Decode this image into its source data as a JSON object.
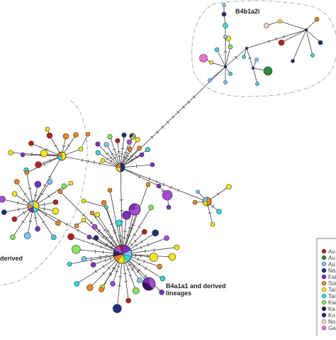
{
  "labels": {
    "b4b1a2i": "B4b1a2i",
    "b4a1a1_line1": "B4a1a1 and derived",
    "b4a1a1_line2": "lineages",
    "left_cluster_fragment": "derived"
  },
  "legend_entries": [
    "Au",
    "Au",
    "Au",
    "Na",
    "Fai",
    "Sou",
    "Tai",
    "Tai",
    "Kw",
    "Ka",
    "Ko",
    "No",
    "Ga"
  ],
  "colors": {
    "red": "#b3211a",
    "green": "#2e8b3a",
    "navy": "#1f2d7a",
    "purple": "#7b2fbf",
    "orange": "#e8891f",
    "yellow": "#f3e51a",
    "cyan": "#38d6df",
    "sky": "#7ac8ff",
    "light_green": "#8be35e",
    "dark_purple": "#3a1460",
    "pink": "#f06fd3",
    "violet": "#a64bd6",
    "peach": "#f7d2b0"
  }
}
